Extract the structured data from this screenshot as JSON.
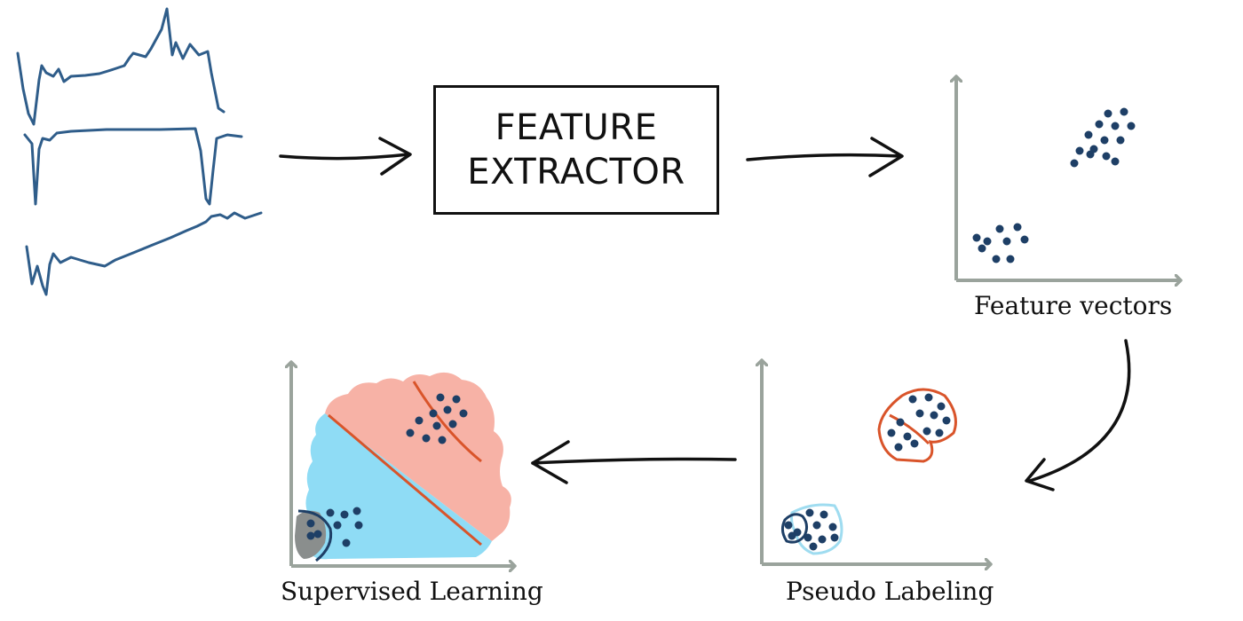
{
  "extractor": {
    "line1": "FEATURE",
    "line2": "EXTRACTOR"
  },
  "labels": {
    "feature_vectors": "Feature vectors",
    "pseudo_labeling": "Pseudo Labeling",
    "supervised_learning": "Supervised Learning"
  },
  "colors": {
    "signal": "#2f5d8a",
    "axis": "#9aa39c",
    "point": "#1e3f66",
    "arrow": "#111111",
    "class_red": "#d9542a",
    "class_blue": "#9fdcf0",
    "region_pink": "#f7b2a6",
    "region_cyan": "#8fdcf5",
    "region_gray": "#8a8e8d"
  }
}
